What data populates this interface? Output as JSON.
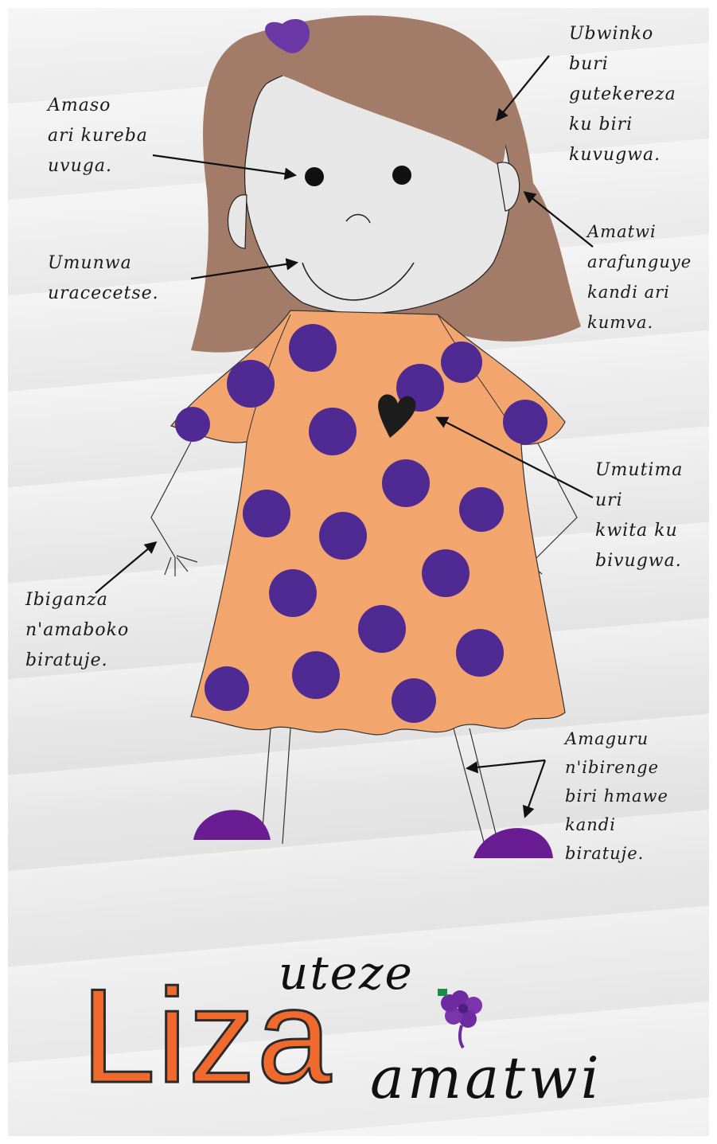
{
  "labels": {
    "eyes": [
      "Amaso",
      "ari kureba",
      "uvuga."
    ],
    "hair": [
      "Ubwinko",
      "buri",
      "gutekereza",
      "ku biri",
      "kuvugwa."
    ],
    "ears": [
      "Amatwi",
      "arafunguye",
      "kandi ari",
      "kumva."
    ],
    "mouth": [
      "Umunwa",
      "uracecetse."
    ],
    "heart": [
      "Umutima",
      "uri",
      "kwita ku",
      "bivugwa."
    ],
    "hands": [
      "Ibiganza",
      "n'amaboko",
      "biratuje."
    ],
    "feet": [
      "Amaguru",
      "n'ibirenge",
      "biri hmawe",
      "kandi",
      "biratuje."
    ]
  },
  "title": {
    "name": "Liza",
    "verb": "uteze",
    "object": "amatwi"
  },
  "colors": {
    "hair": "#a27c68",
    "dress": "#f2a66e",
    "dots": "#4f2a92",
    "shoes": "#6a1d93",
    "heart": "#1d1d1d",
    "title": "#f06a2e",
    "bow": "#6a39a6"
  }
}
